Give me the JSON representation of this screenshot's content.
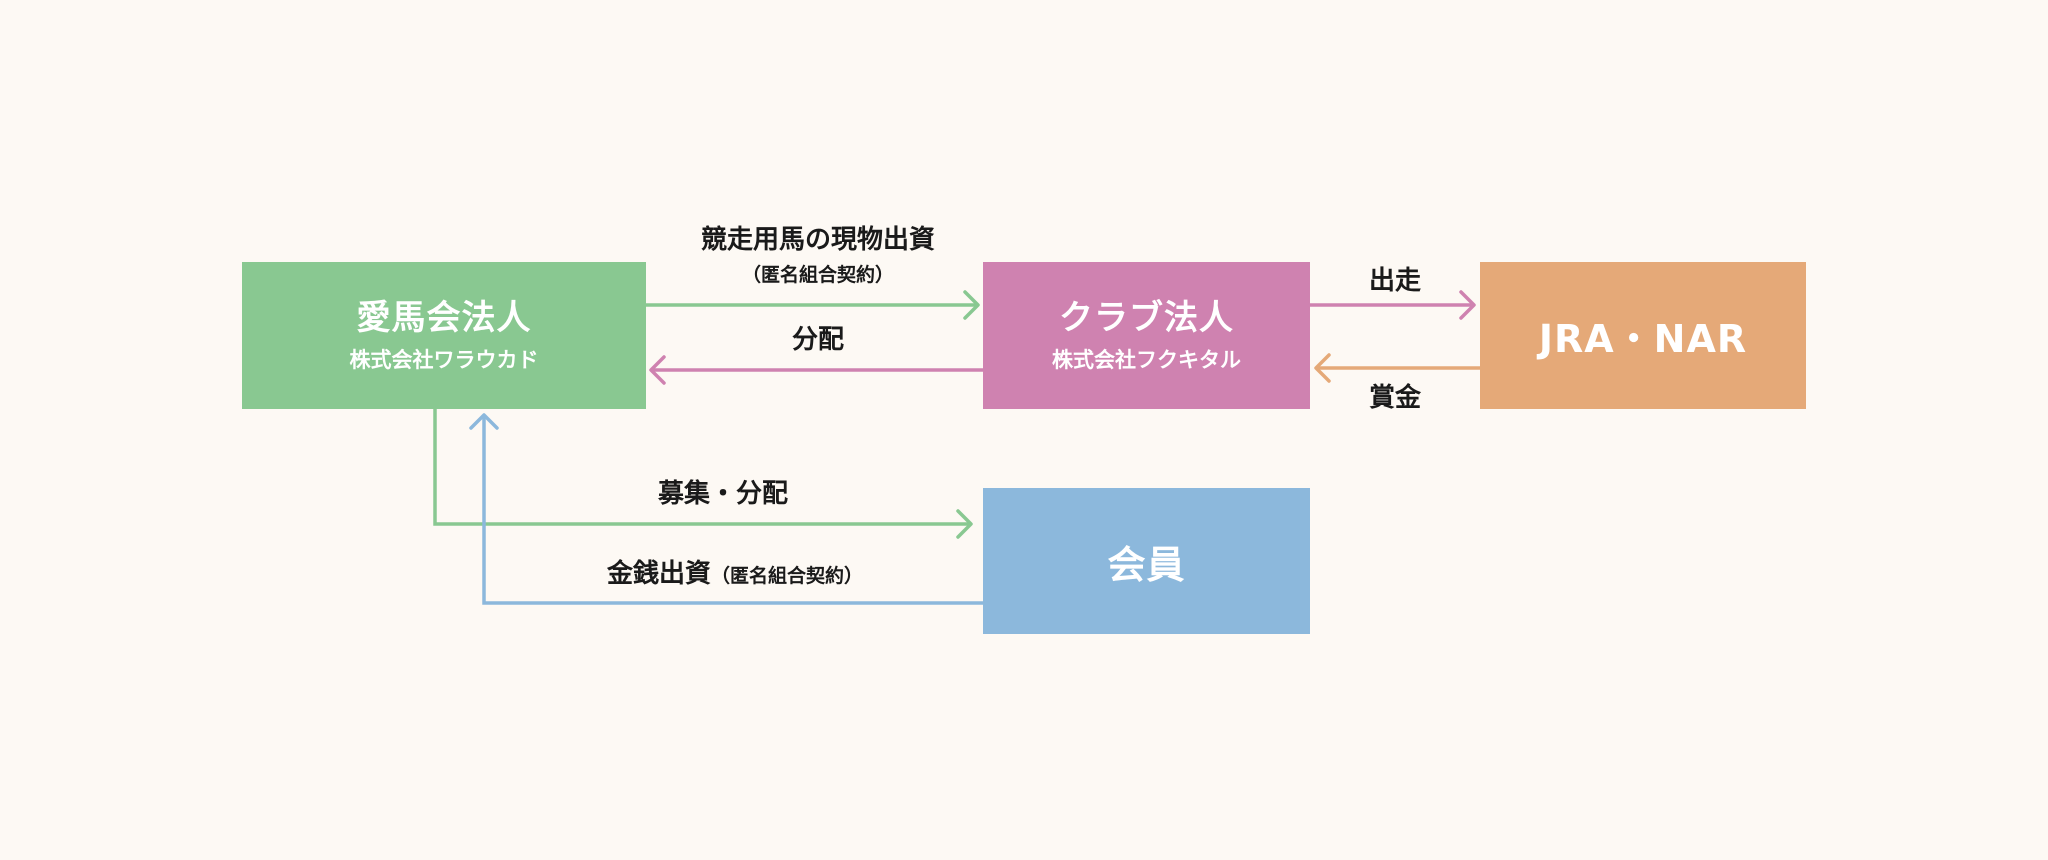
{
  "nodes": {
    "aiba": {
      "title": "愛馬会法人",
      "subtitle": "株式会社ワラウカド",
      "color": "#89c891"
    },
    "club": {
      "title": "クラブ法人",
      "subtitle": "株式会社フクキタル",
      "color": "#cf82b0"
    },
    "jra": {
      "title": "JRA・NAR",
      "color": "#e5a978"
    },
    "member": {
      "title": "会員",
      "color": "#8cb8dc"
    }
  },
  "edges": {
    "in_kind": {
      "label": "競走用馬の現物出資",
      "note": "（匿名組合契約）",
      "color": "#89c891"
    },
    "distribution": {
      "label": "分配",
      "color": "#cf82b0"
    },
    "race": {
      "label": "出走",
      "color": "#cf82b0"
    },
    "prize": {
      "label": "賞金",
      "color": "#e5a978"
    },
    "recruit": {
      "label": "募集・分配",
      "color": "#89c891"
    },
    "cash": {
      "label": "金銭出資",
      "note": "（匿名組合契約）",
      "color": "#8cb8dc"
    }
  }
}
